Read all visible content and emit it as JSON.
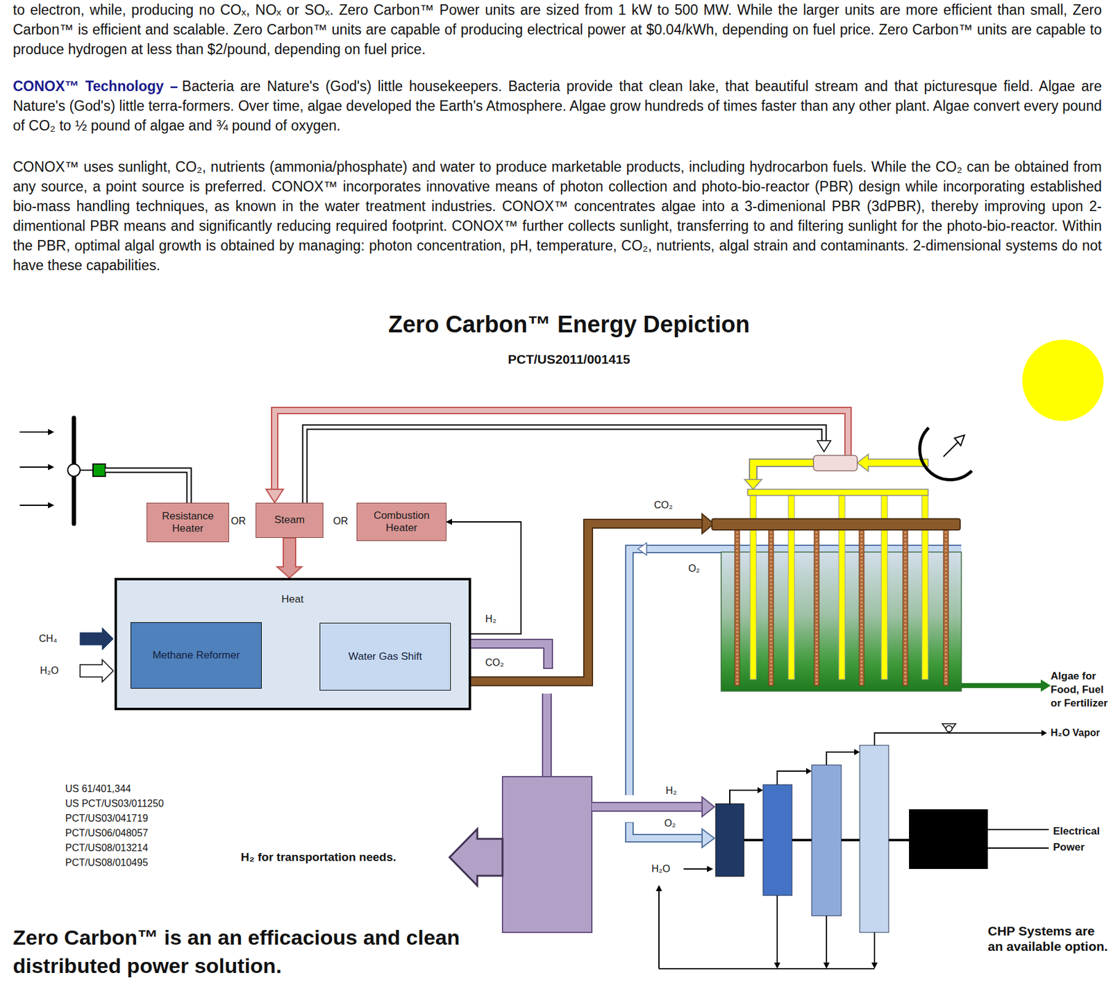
{
  "diagram": {
    "title": "Zero Carbon™ Energy Depiction",
    "nodes": [
      {
        "text": [
          "Resistance Heater"
        ]
      },
      {
        "text": [
          "Steam"
        ]
      },
      {
        "text": [
          "Combustion Heater"
        ]
      },
      {
        "text": [
          "Heat"
        ]
      },
      {
        "text": [
          "Methane Reformer"
        ],
        "in": 3
      },
      {
        "text": [
          "Water Gas Shift"
        ],
        "in": 3
      }
    ],
    "edges": [
      {
        "from": 4,
        "to": 5,
        "arrow": "to"
      },
      {
        "from": 5,
        "to": 4,
        "arrow": "to"
      },
      {
        "from": 1,
        "to": 3,
        "arrow": "to"
      },
      {
        "from": 3,
        "to": 2,
        "arrow": "to"
      }
    ],
    "labels": [
      "to electron, while, producing no COₓ, NOₓ or SOₓ.  Zero Carbon™ Power units are sized from 1 kW to 500 MW.  While the larger units are more efficient than small, Zero Carbon™ is efficient and scalable.  Zero Carbon™ units are capable of producing electrical power at $0.04/kWh, depending on fuel price.  Zero Carbon™ units are capable to produce hydrogen at less than $2/pound, depending on fuel price.",
      "CONOX™ Technology –",
      "Bacteria are Nature's (God's) little housekeepers.  Bacteria provide that clean lake, that beautiful stream and that picturesque field.  Algae are Nature's (God's) little terra-formers.  Over time, algae developed the Earth's Atmosphere.  Algae grow hundreds of times faster than any other plant.  Algae convert every pound of CO₂ to ½ pound of algae and ¾ pound of oxygen.",
      "CONOX™ uses sunlight, CO₂, nutrients (ammonia/phosphate) and water to produce marketable products, including hydrocarbon fuels.  While the CO₂ can be obtained from any source, a point source is preferred.  CONOX™ incorporates innovative means of photon collection and photo-bio-reactor (PBR) design while incorporating established bio-mass handling techniques, as known in the water treatment industries.  CONOX™ concentrates algae into a 3-dimenional PBR (3dPBR), thereby improving upon 2-dimentional PBR means and significantly reducing required footprint.  CONOX™ further collects sunlight, transferring to and filtering sunlight for the photo-bio-reactor.  Within the PBR, optimal algal growth is obtained by managing: photon concentration, pH, temperature, CO₂, nutrients, algal strain and contaminants. 2-dimensional systems do not have these capabilities.",
      "PCT/US2011/001415",
      "OR",
      "OR",
      "CH₄",
      "H₂O",
      "H₂",
      "CO₂",
      "CO₂",
      "O₂",
      "Algae for Food, Fuel or Fertilizer",
      "H₂O Vapor",
      "H₂",
      "O₂",
      "H₂O",
      "Electrical Power",
      "US 61/401,344",
      "US PCT/US03/011250",
      "PCT/US03/041719",
      "PCT/US06/048057",
      "PCT/US08/013214",
      "PCT/US08/010495",
      "H₂ for transportation needs.",
      "Zero Carbon™ is an an efficacious and clean distributed power solution.",
      "CHP Systems are an available option."
    ]
  }
}
